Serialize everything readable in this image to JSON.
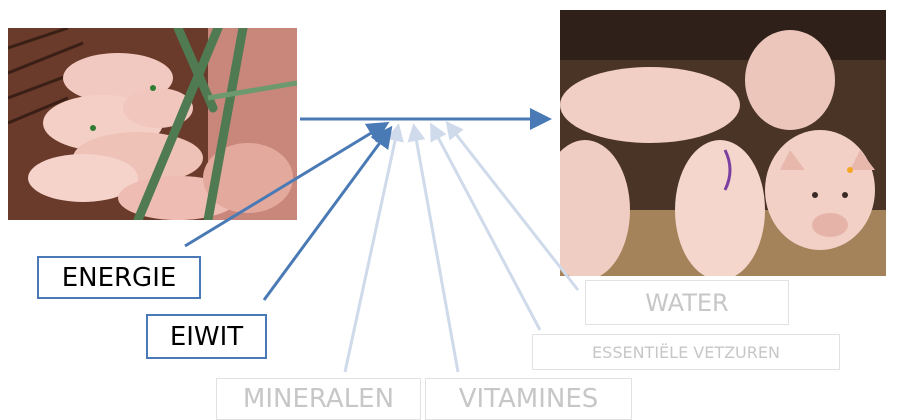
{
  "labels": {
    "energie": "ENERGIE",
    "eiwit": "EIWIT",
    "water": "WATER",
    "essentiele_vetzuren": "ESSENTIËLE VETZUREN",
    "mineralen": "MINERALEN",
    "vitamines": "VITAMINES"
  },
  "colors": {
    "strong_arrow": "#4a7ab5",
    "faint_arrow": "#cfdaea",
    "faint_text": "#c7c7c7",
    "box_border": "#4a7ab5"
  }
}
